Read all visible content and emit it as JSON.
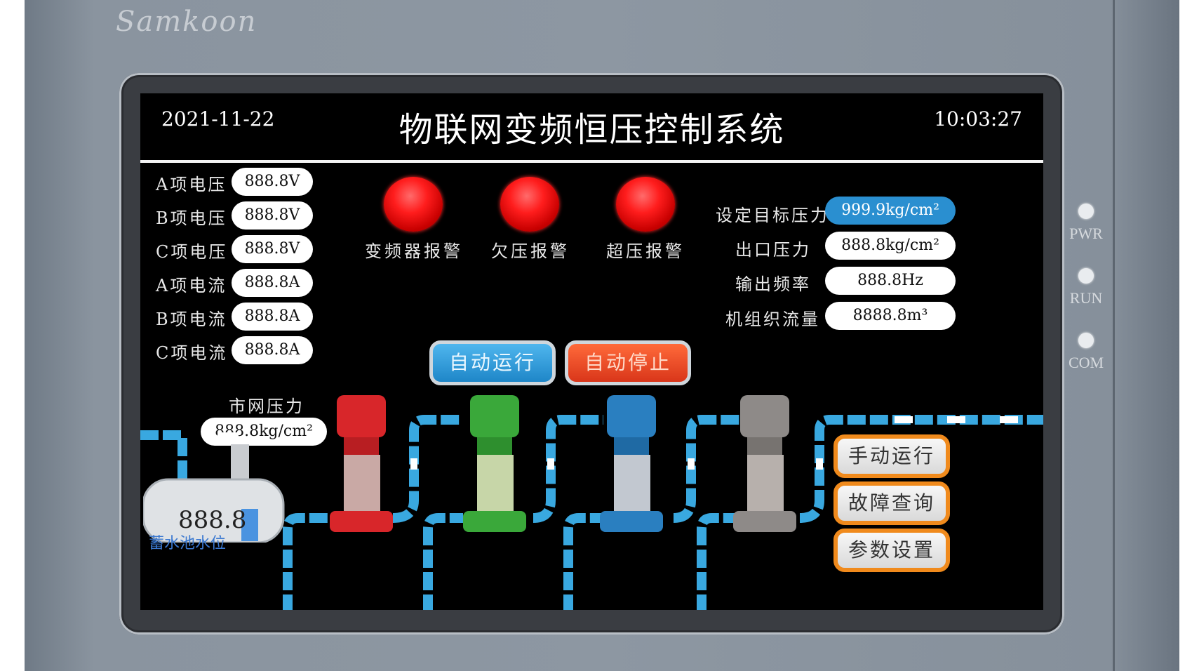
{
  "device": {
    "brand": "Samkoon",
    "indicators": [
      "PWR",
      "RUN",
      "COM"
    ]
  },
  "header": {
    "date": "2021-11-22",
    "title": "物联网变频恒压控制系统",
    "time": "10:03:27"
  },
  "left_readings": [
    {
      "label": "A项电压",
      "value": "888.8V"
    },
    {
      "label": "B项电压",
      "value": "888.8V"
    },
    {
      "label": "C项电压",
      "value": "888.8V"
    },
    {
      "label": "A项电流",
      "value": "888.8A"
    },
    {
      "label": "B项电流",
      "value": "888.8A"
    },
    {
      "label": "C项电流",
      "value": "888.8A"
    }
  ],
  "alarms": [
    {
      "label": "变频器报警",
      "color": "#ff1d1d"
    },
    {
      "label": "欠压报警",
      "color": "#ff1d1d"
    },
    {
      "label": "超压报警",
      "color": "#ff1d1d"
    }
  ],
  "right_readings": [
    {
      "label": "设定目标压力",
      "value": "999.9kg/cm²",
      "editable": true
    },
    {
      "label": "出口压力",
      "value": "888.8kg/cm²"
    },
    {
      "label": "输出频率",
      "value": "888.8Hz"
    },
    {
      "label": "机组织流量",
      "value": "8888.8m³"
    }
  ],
  "controls": {
    "auto_run": "自动运行",
    "auto_stop": "自动停止"
  },
  "city_pressure": {
    "label": "市网压力",
    "value": "888.8kg/cm²"
  },
  "tank": {
    "value": "888.8",
    "label": "蓄水池水位"
  },
  "side_buttons": [
    "手动运行",
    "故障查询",
    "参数设置"
  ],
  "pumps": [
    {
      "name": "pump-1",
      "color": "#d8262a"
    },
    {
      "name": "pump-2",
      "color": "#3aa83a"
    },
    {
      "name": "pump-3",
      "color": "#2a7fc0"
    },
    {
      "name": "pump-4",
      "color": "#8e8a88"
    }
  ],
  "colors": {
    "pipe": "#39a8e0",
    "alarm": "#ff1d1d",
    "side_button_border": "#f08a1c"
  }
}
